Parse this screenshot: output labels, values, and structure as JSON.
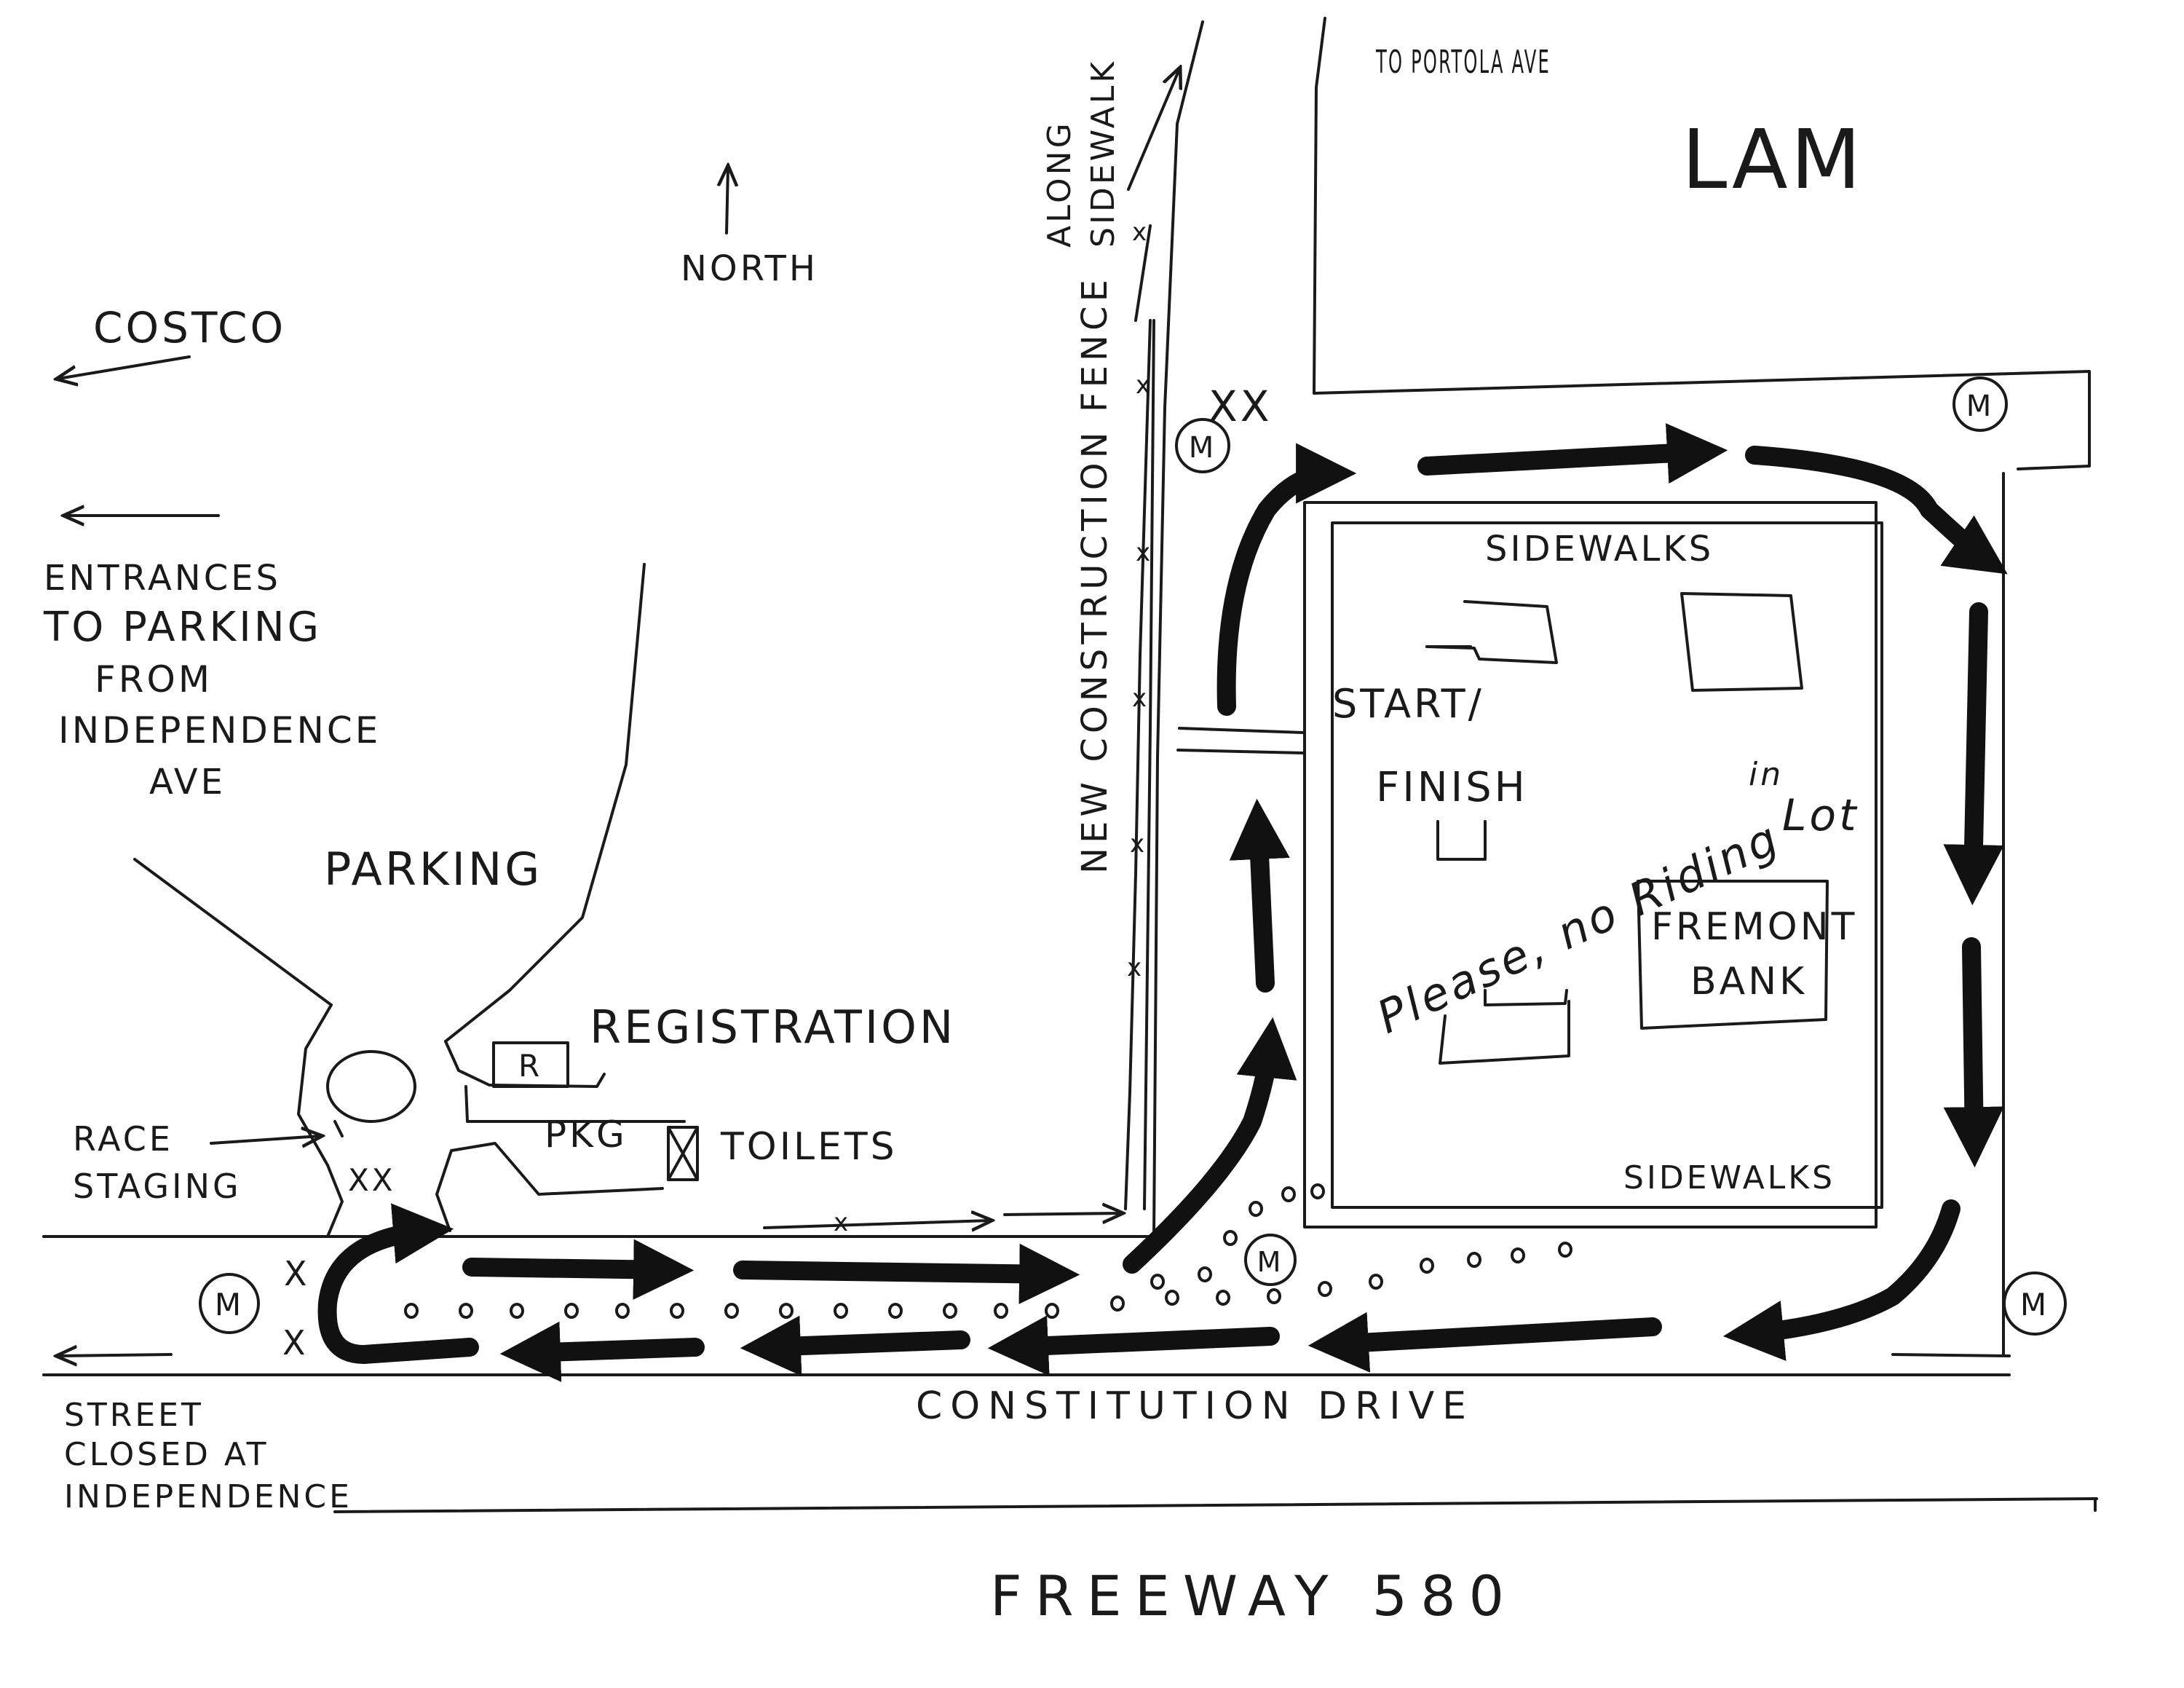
{
  "labels": {
    "to_portola": "TO PORTOLA AVE",
    "lam": "LAM",
    "north": "NORTH",
    "costco": "COSTCO",
    "entrances": [
      "ENTRANCES",
      "TO PARKING",
      "FROM",
      "INDEPENDENCE",
      "AVE"
    ],
    "parking": "PARKING",
    "registration": "REGISTRATION",
    "registration_marker": "R",
    "pkg": "PKG",
    "toilets": "TOILETS",
    "race_staging": [
      "RACE",
      "STAGING"
    ],
    "street_closed": [
      "STREET",
      "CLOSED AT",
      "INDEPENDENCE"
    ],
    "constitution_drive": "CONSTITUTION DRIVE",
    "freeway": "FREEWAY 580",
    "fence": "NEW CONSTRUCTION FENCE",
    "along_sidewalk": [
      "ALONG",
      "SIDEWALK"
    ],
    "sidewalks_top": "SIDEWALKS",
    "sidewalks_bottom": "SIDEWALKS",
    "start_finish": [
      "START/",
      "FINISH"
    ],
    "no_riding": [
      "Please, no Riding",
      "in",
      "Lot"
    ],
    "bank": [
      "FREMONT",
      "BANK"
    ],
    "marshal": "M"
  },
  "colors": {
    "ink": "#1a1a1a",
    "paper": "#ffffff"
  }
}
